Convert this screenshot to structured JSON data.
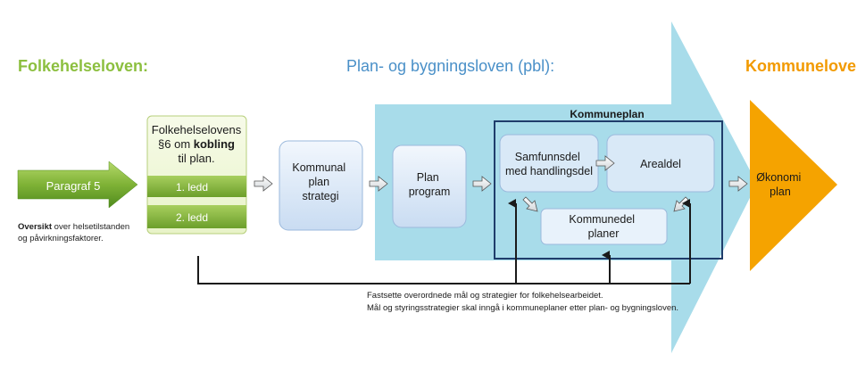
{
  "headers": {
    "folkehelse": "Folkehelseloven:",
    "pbl": "Plan- og bygningsloven (pbl):",
    "kommune": "Kommuneloven:"
  },
  "paragraf": "Paragraf 5",
  "oversikt": {
    "bold": "Oversikt",
    "rest_line1": " over helsetilstanden",
    "line2": "og påvirkningsfaktorer."
  },
  "fh_box": {
    "line1": "Folkehelselovens",
    "line2_pre": "§6 om ",
    "line2_bold": "kobling",
    "line3": "til plan.",
    "ledd1": "1. ledd",
    "ledd2": "2. ledd"
  },
  "strategi": [
    "Kommunal",
    "plan",
    "strategi"
  ],
  "program": [
    "Plan",
    "program"
  ],
  "kommuneplan": {
    "title": "Kommuneplan",
    "samfunnsdel": [
      "Samfunnsdel",
      "med handlingsdel"
    ],
    "arealdel": "Arealdel",
    "kommunedel": [
      "Kommunedel",
      "planer"
    ]
  },
  "okonomi": [
    "Økonomi",
    "plan"
  ],
  "notes": [
    "Fastsette overordnede mål og strategier for folkehelsearbeidet.",
    "Mål og styringsstrategier skal inngå i kommuneplaner etter plan- og bygningsloven."
  ],
  "colors": {
    "green_header": "#8cbf3f",
    "blue_header": "#4a90c8",
    "orange_header": "#f29a00",
    "big_arrow": "#a8dcea",
    "orange_arrow": "#f5a300",
    "box_fill": "#dbe9f8",
    "navy": "#1f3d6b"
  }
}
